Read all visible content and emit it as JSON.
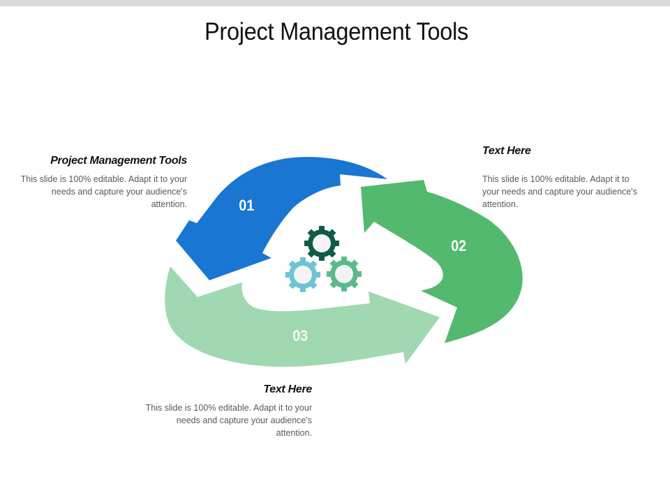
{
  "slide": {
    "title": "Project Management Tools"
  },
  "steps": [
    {
      "number": "01",
      "heading": "Project Management Tools",
      "body": "This slide is 100% editable. Adapt it to your needs and capture your audience's attention.",
      "color": "#1976d2"
    },
    {
      "number": "02",
      "heading": "Text Here",
      "body": "This slide is 100% editable. Adapt it to your needs and capture your audience's attention.",
      "color": "#52b96f"
    },
    {
      "number": "03",
      "heading": "Text Here",
      "body": "This slide is 100% editable. Adapt it to your needs and capture your audience's attention.",
      "color": "#a0d8b1"
    }
  ],
  "center_icon": {
    "name": "gears-icon",
    "gear_colors": [
      "#0f5a48",
      "#6cc4d4",
      "#5cb98a"
    ]
  },
  "colors": {
    "top_bar": "#d9d9d9",
    "title_text": "#111111",
    "body_text": "#595959"
  }
}
